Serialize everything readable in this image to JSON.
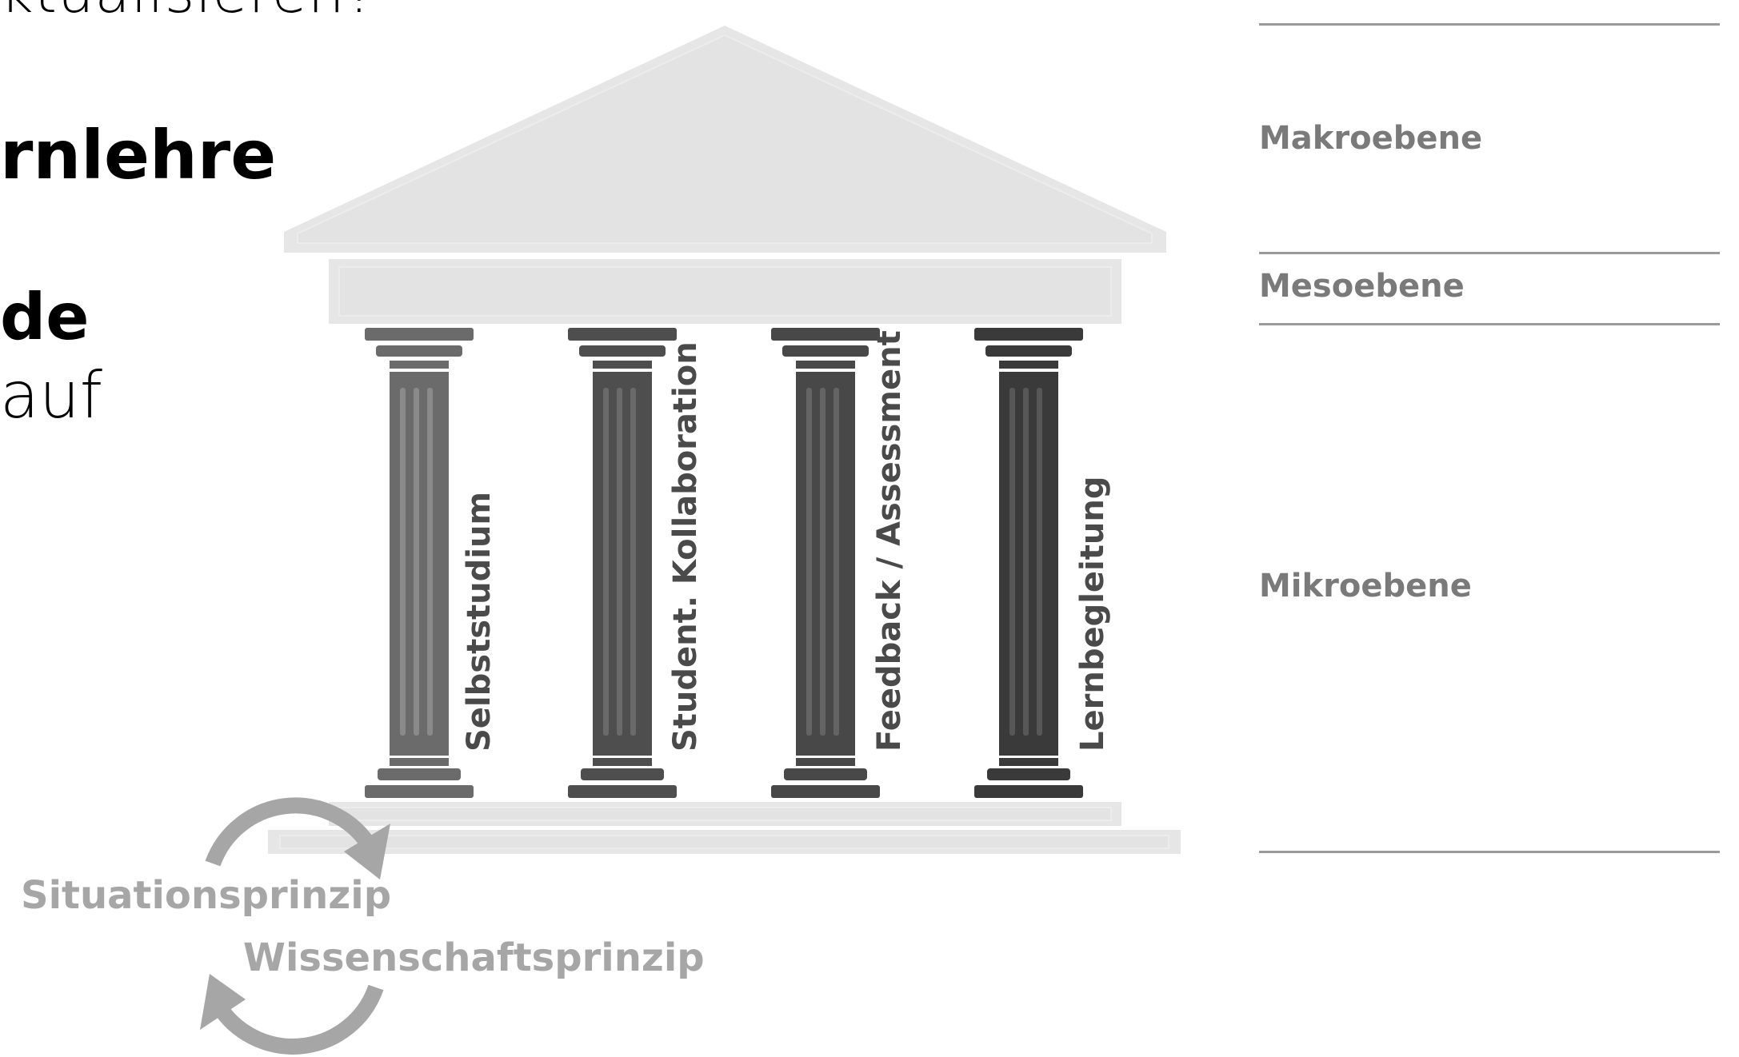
{
  "left_text": {
    "line1": "ktualisieren?",
    "line2": "rnlehre",
    "line3": "de",
    "line4": "auf"
  },
  "levels": {
    "makro": "Makroebene",
    "meso": "Mesoebene",
    "mikro": "Mikroebene"
  },
  "pillars": [
    "Selbststudium",
    "Student. Kollaboration",
    "Feedback / Assessment",
    "Lernbegleitung"
  ],
  "principles": {
    "situation": "Situationsprinzip",
    "wissenschaft": "Wissenschaftsprinzip"
  },
  "colors": {
    "roof": "#e6e6e6",
    "pillar_1": "#6b6b6b",
    "pillar_2": "#4e4e4e",
    "pillar_3": "#484848",
    "pillar_4": "#3a3a3a",
    "principle_text": "#a6a6a6",
    "level_text": "#7a7a7a"
  }
}
